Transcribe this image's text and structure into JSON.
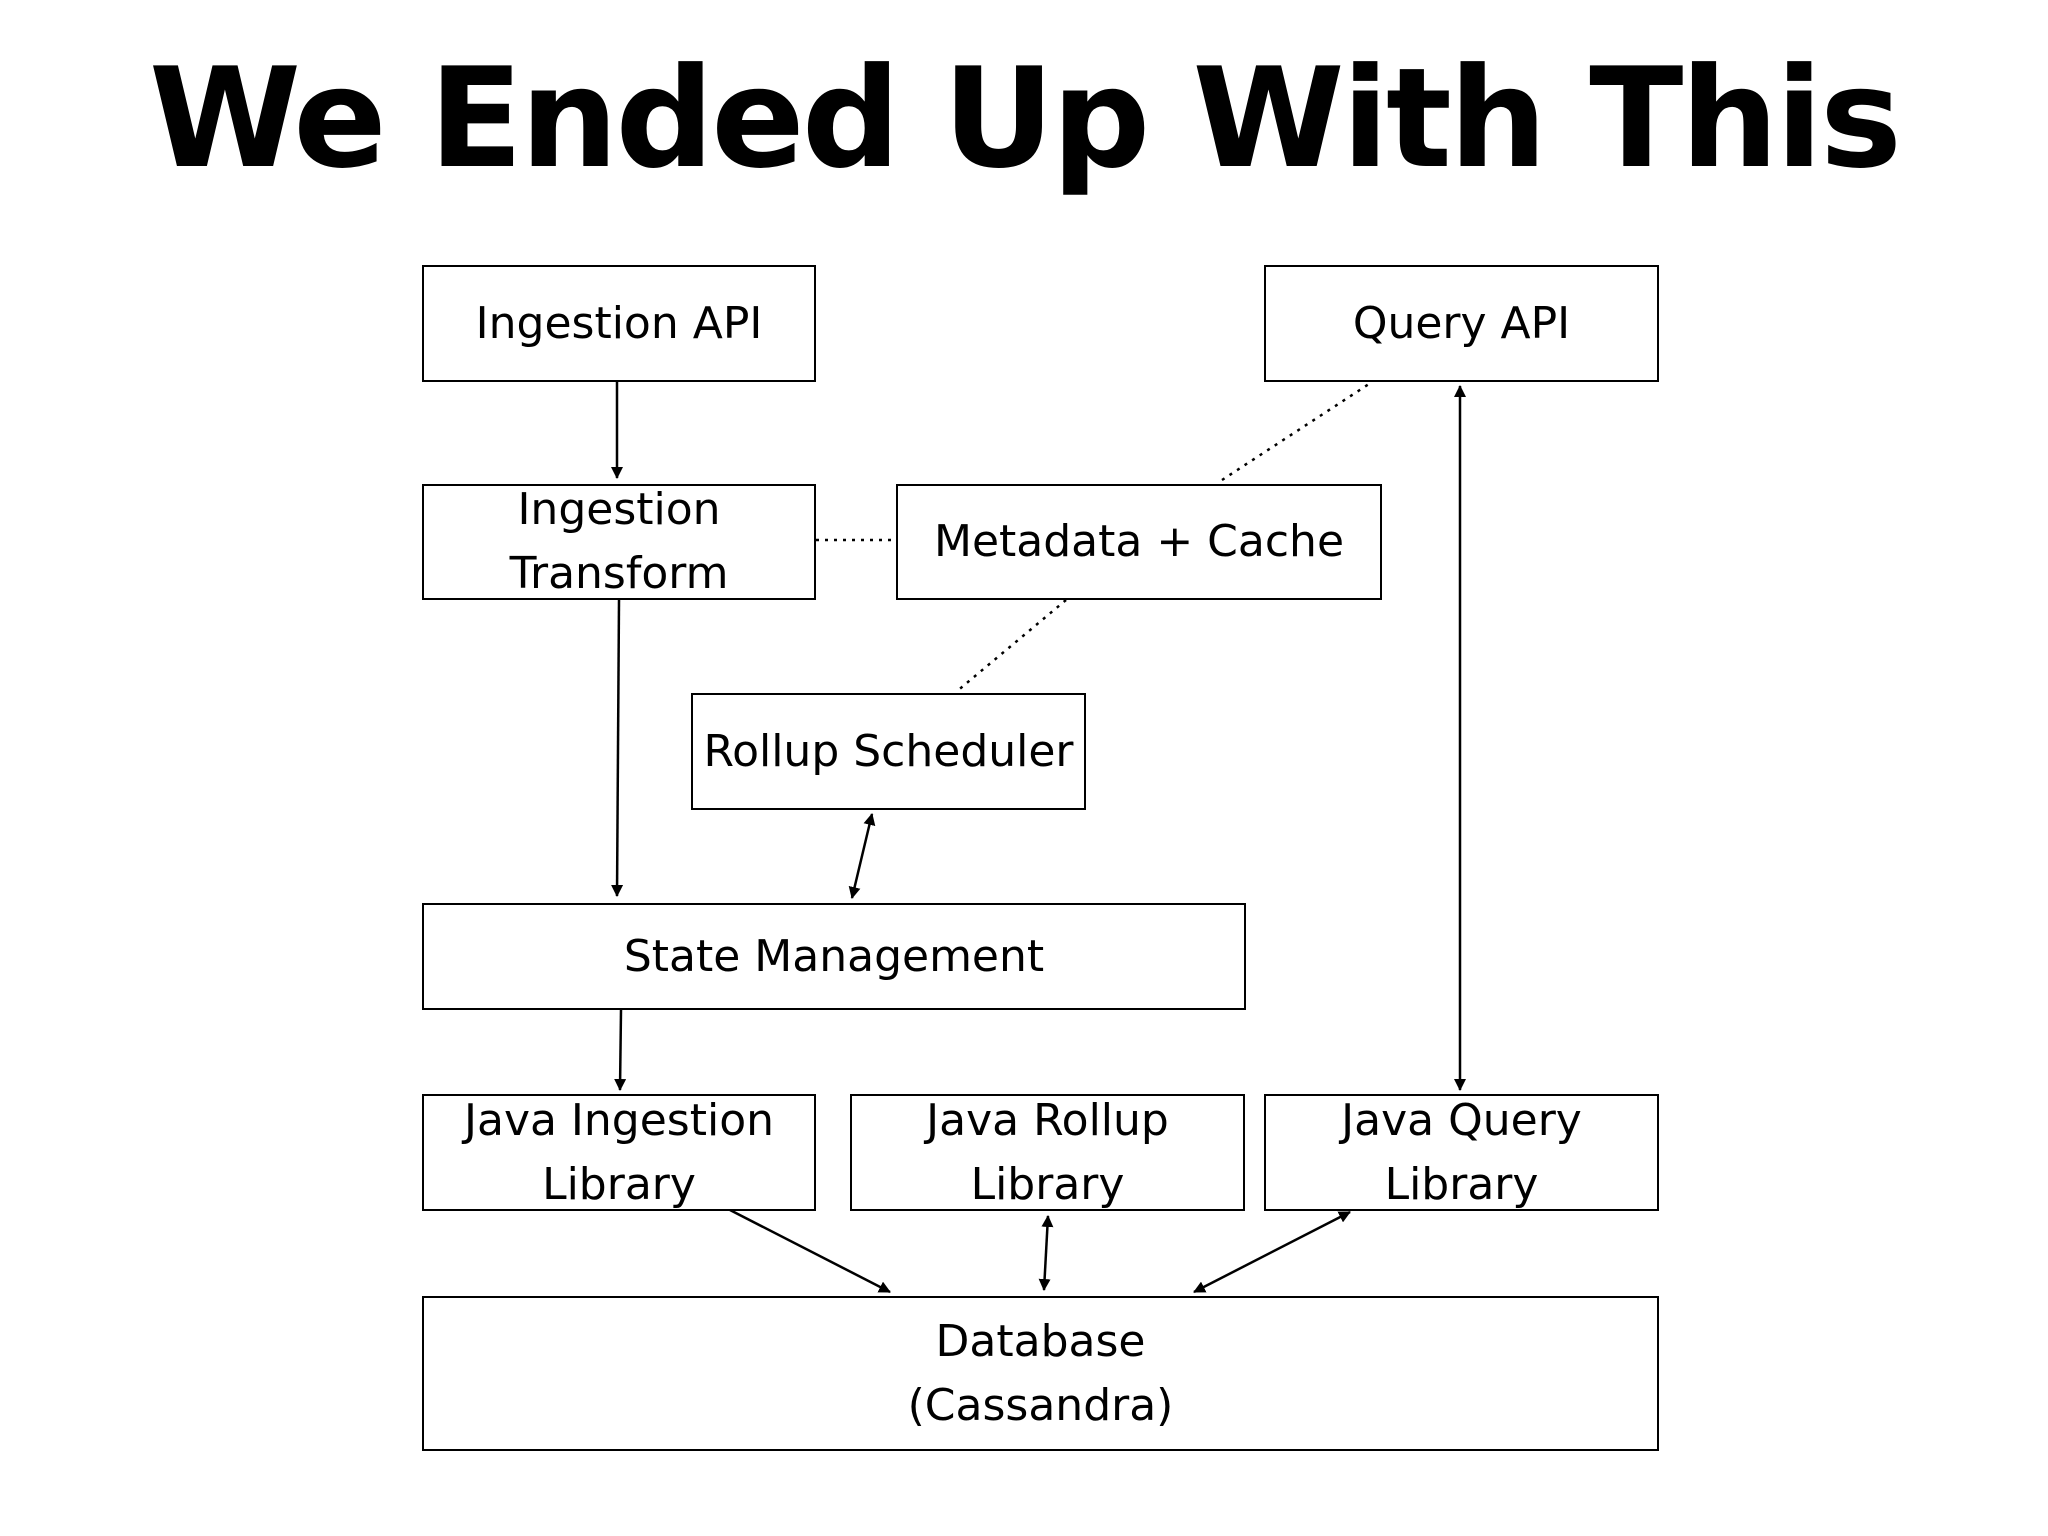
{
  "slide": {
    "title": "We Ended Up With This"
  },
  "diagram": {
    "nodes": {
      "ingestion_api": {
        "lines": [
          "Ingestion API"
        ]
      },
      "query_api": {
        "lines": [
          "Query API"
        ]
      },
      "ingestion_transform": {
        "lines": [
          "Ingestion",
          "Transform"
        ]
      },
      "metadata_cache": {
        "lines": [
          "Metadata + Cache"
        ]
      },
      "rollup_scheduler": {
        "lines": [
          "Rollup Scheduler"
        ]
      },
      "state_management": {
        "lines": [
          "State Management"
        ]
      },
      "java_ingestion_library": {
        "lines": [
          "Java Ingestion",
          "Library"
        ]
      },
      "java_rollup_library": {
        "lines": [
          "Java Rollup",
          "Library"
        ]
      },
      "java_query_library": {
        "lines": [
          "Java Query",
          "Library"
        ]
      },
      "database": {
        "lines": [
          "Database",
          "(Cassandra)"
        ]
      }
    },
    "edges": [
      {
        "from": "ingestion_api",
        "to": "ingestion_transform",
        "style": "arrow"
      },
      {
        "from": "ingestion_transform",
        "to": "state_management",
        "style": "arrow"
      },
      {
        "from": "ingestion_transform",
        "to": "metadata_cache",
        "style": "dotted"
      },
      {
        "from": "metadata_cache",
        "to": "query_api",
        "style": "dotted"
      },
      {
        "from": "metadata_cache",
        "to": "rollup_scheduler",
        "style": "dotted"
      },
      {
        "from": "rollup_scheduler",
        "to": "state_management",
        "style": "bidirectional"
      },
      {
        "from": "state_management",
        "to": "java_ingestion_library",
        "style": "arrow"
      },
      {
        "from": "query_api",
        "to": "java_query_library",
        "style": "bidirectional"
      },
      {
        "from": "java_ingestion_library",
        "to": "database",
        "style": "arrow"
      },
      {
        "from": "java_rollup_library",
        "to": "database",
        "style": "bidirectional"
      },
      {
        "from": "java_query_library",
        "to": "database",
        "style": "bidirectional"
      }
    ]
  }
}
